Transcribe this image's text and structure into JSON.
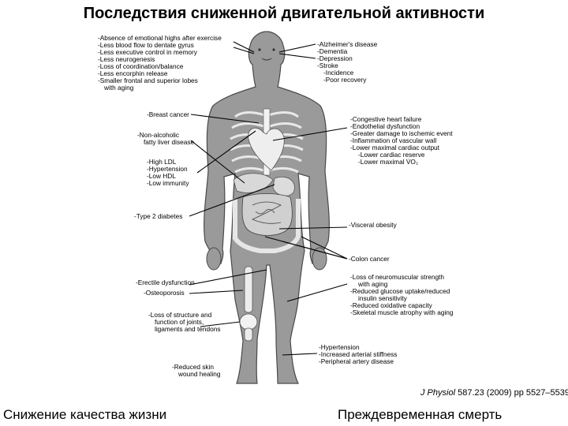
{
  "title": "Последствия сниженной двигательной активности",
  "citation": {
    "journal": "J Physiol",
    "details": " 587.23 (2009) pp 5527–5539"
  },
  "footer": {
    "left": "Снижение качества жизни",
    "right": "Преждевременная смерть"
  },
  "labels": {
    "brain_left": [
      "-Absence of emotional highs after exercise",
      "-Less blood flow to dentate gyrus",
      "-Less executive control in memory",
      "-Less neurogenesis",
      "-Loss of coordination/balance",
      "-Less encorphin release",
      "-Smaller frontal and superior lobes",
      "with aging"
    ],
    "brain_right": [
      "-Alzheimer's disease",
      "-Dementia",
      "-Depression",
      "-Stroke",
      "-Incidence",
      "-Poor recovery"
    ],
    "breast": [
      "-Breast cancer"
    ],
    "liver": [
      "-Non-alcoholic",
      "fatty liver disease"
    ],
    "metabolic": [
      "-High LDL",
      "-Hypertension",
      "-Low HDL",
      "-Low immunity"
    ],
    "diabetes": [
      "-Type 2 diabetes"
    ],
    "heart": [
      "-Congestive heart failure",
      "-Endothelial dysfunction",
      "-Greater damage to ischemic event",
      "-Inflammation of vascular wall",
      "-Lower maximal cardiac output",
      "-Lower cardiac reserve",
      "-Lower maximal V̇O₂"
    ],
    "visceral": [
      "-Visceral obesity"
    ],
    "colon": [
      "-Colon cancer"
    ],
    "erectile": [
      "-Erectile dysfunction"
    ],
    "osteoporosis": [
      "-Osteoporosis"
    ],
    "muscle": [
      "-Loss of neuromuscular strength",
      "with aging",
      "-Reduced glucose uptake/reduced",
      "insulin sensitivity",
      "-Reduced oxidative capacity",
      "-Skeletal muscle atrophy with aging"
    ],
    "joints": [
      "-Loss of structure and",
      "function of joints,",
      "ligaments and tendons"
    ],
    "vascular": [
      "-Hypertension",
      "-Increased arterial stiffness",
      "-Peripheral artery disease"
    ],
    "skin": [
      "-Reduced skin",
      "wound healing"
    ]
  }
}
